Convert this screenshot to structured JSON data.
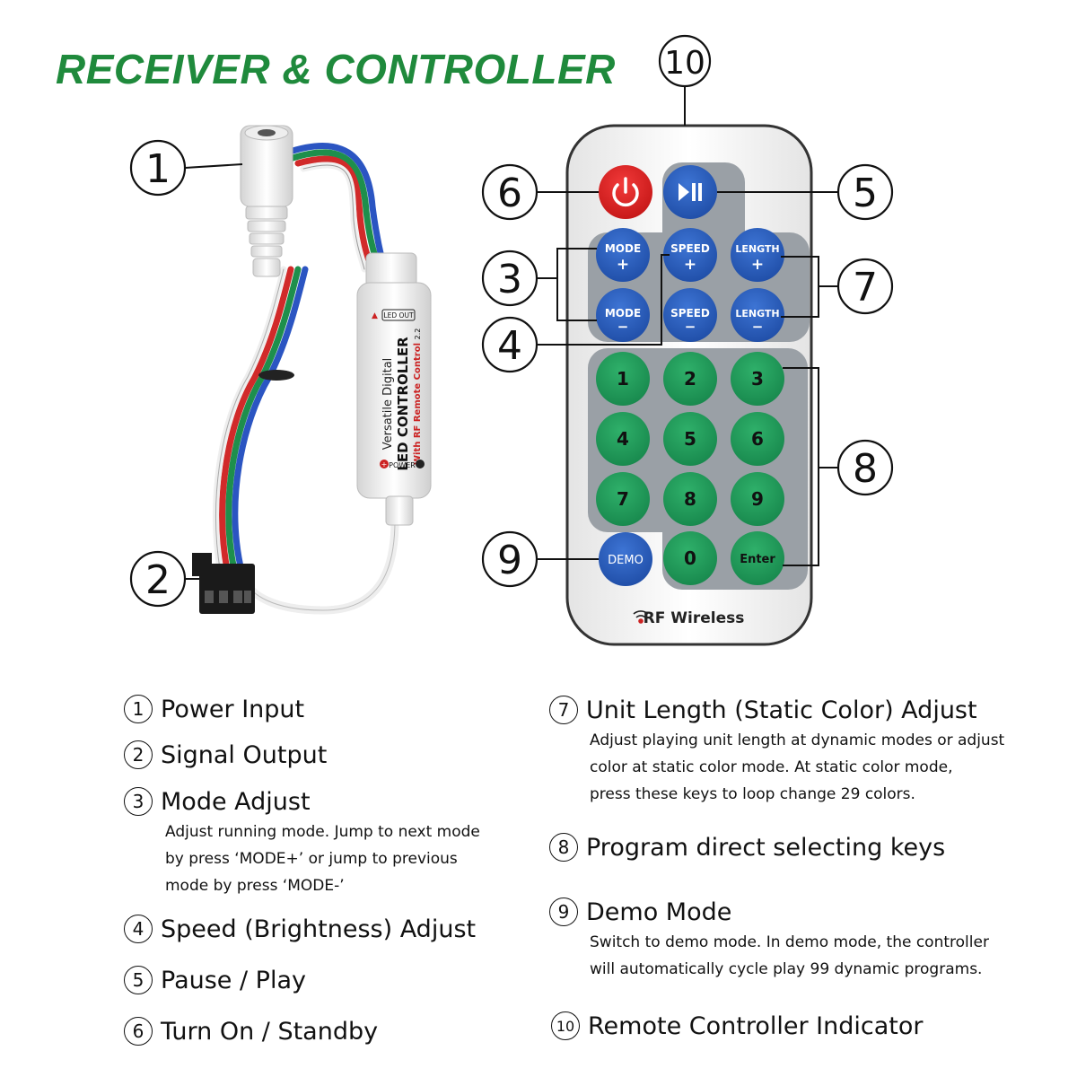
{
  "title": "RECEIVER & CONTROLLER",
  "callouts": [
    "1",
    "2",
    "3",
    "4",
    "5",
    "6",
    "7",
    "8",
    "9",
    "10"
  ],
  "receiver": {
    "led_out": "LED OUT",
    "line1": "Versatile Digital",
    "line2": "LED CONTROLLER",
    "line3": "With RF Remote Control",
    "badge": "2.2",
    "power": "POWER"
  },
  "remote": {
    "play_pause_icon": "play-pause-icon",
    "power_icon": "power-icon",
    "buttons": {
      "mode_plus": "MODE",
      "mode_minus": "MODE",
      "speed_plus": "SPEED",
      "speed_minus": "SPEED",
      "length_plus": "LENGTH",
      "length_minus": "LENGTH",
      "plus": "+",
      "minus": "−",
      "n1": "1",
      "n2": "2",
      "n3": "3",
      "n4": "4",
      "n5": "5",
      "n6": "6",
      "n7": "7",
      "n8": "8",
      "n9": "9",
      "n0": "0",
      "demo": "DEMO",
      "enter": "Enter"
    },
    "brand": "RF Wireless"
  },
  "legend": {
    "items": [
      {
        "num": "1",
        "title": "Power Input",
        "desc": []
      },
      {
        "num": "2",
        "title": "Signal Output",
        "desc": []
      },
      {
        "num": "3",
        "title": "Mode Adjust",
        "desc": [
          "Adjust running mode. Jump to next mode",
          "by press ‘MODE+’ or jump to previous",
          "mode by press ‘MODE-’"
        ]
      },
      {
        "num": "4",
        "title": "Speed (Brightness) Adjust",
        "desc": []
      },
      {
        "num": "5",
        "title": "Pause / Play",
        "desc": []
      },
      {
        "num": "6",
        "title": "Turn On / Standby",
        "desc": []
      },
      {
        "num": "7",
        "title": "Unit Length (Static Color) Adjust",
        "desc": [
          "Adjust playing unit length at dynamic modes or adjust",
          "color at static color mode. At static color mode,",
          "press these keys to loop change 29 colors."
        ]
      },
      {
        "num": "8",
        "title": "Program direct selecting keys",
        "desc": []
      },
      {
        "num": "9",
        "title": "Demo Mode",
        "desc": [
          "Switch to demo mode. In demo mode, the controller",
          "will automatically cycle play 99 dynamic programs."
        ]
      },
      {
        "num": "10",
        "title": "Remote Controller Indicator",
        "desc": []
      }
    ]
  },
  "colors": {
    "title_green": "#1f8a3c",
    "key_blue": "#2a5bb8",
    "key_green": "#1e9a5a",
    "power_red": "#e02020",
    "panel_gray": "#9aa0a6"
  }
}
